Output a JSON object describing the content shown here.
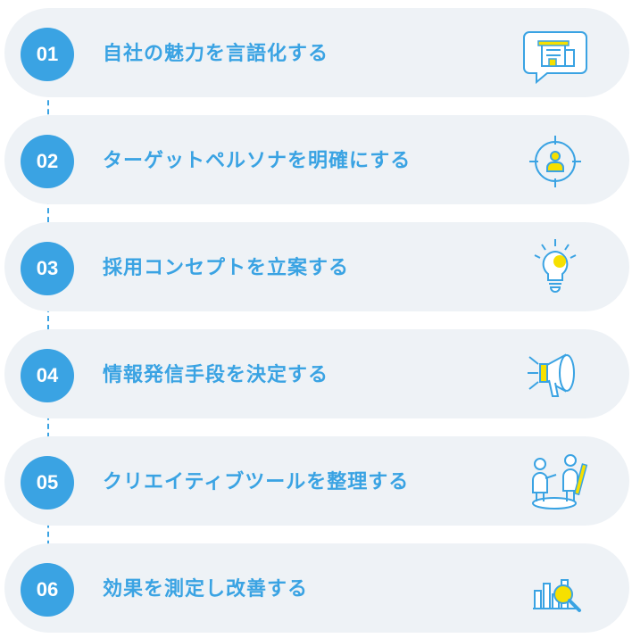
{
  "colors": {
    "accent": "#3aa3e3",
    "card_background": "#eef2f6",
    "icon_highlight": "#f6e000"
  },
  "steps": [
    {
      "number": "01",
      "label": "自社の魅力を言語化する",
      "icon": "office-building-speech-bubble-icon"
    },
    {
      "number": "02",
      "label": "ターゲットペルソナを明確にする",
      "icon": "person-target-crosshair-icon"
    },
    {
      "number": "03",
      "label": "採用コンセプトを立案する",
      "icon": "lightbulb-idea-icon"
    },
    {
      "number": "04",
      "label": "情報発信手段を決定する",
      "icon": "megaphone-icon"
    },
    {
      "number": "05",
      "label": "クリエイティブツールを整理する",
      "icon": "people-with-pen-icon"
    },
    {
      "number": "06",
      "label": "効果を測定し改善する",
      "icon": "bar-chart-magnifier-icon"
    }
  ]
}
